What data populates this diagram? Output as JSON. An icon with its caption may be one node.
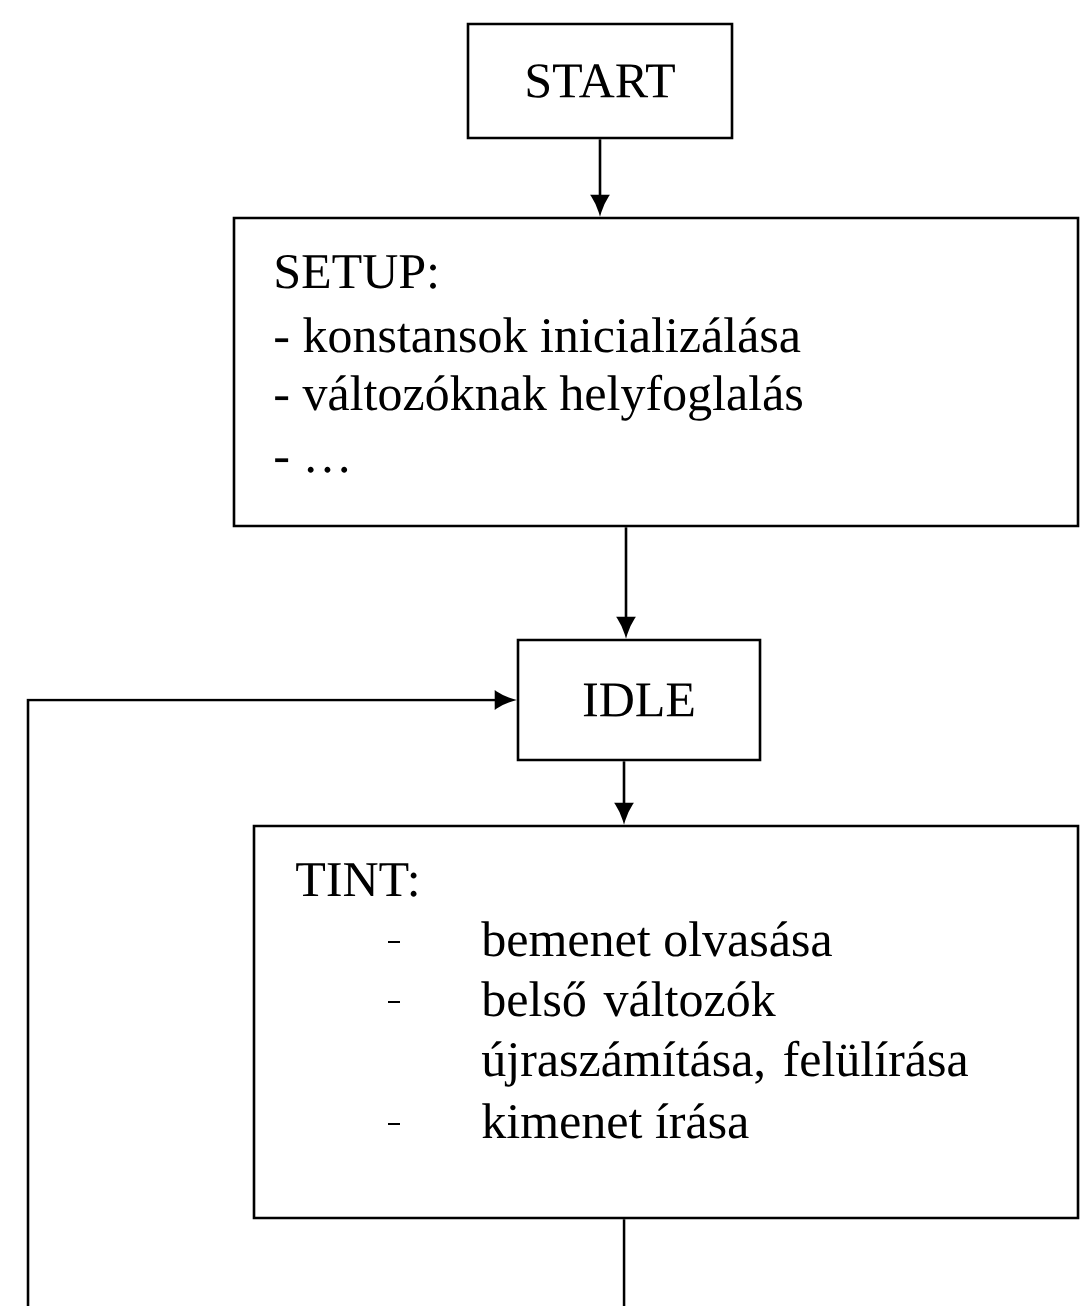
{
  "diagram": {
    "nodes": [
      {
        "text": [
          "START"
        ]
      },
      {
        "text": [
          "SETUP:",
          "- konstansok inicializálása",
          "- változóknak helyfoglalás",
          "- …"
        ]
      },
      {
        "text": [
          "IDLE"
        ]
      },
      {
        "text": [
          "TINT:",
          "bemenet olvasása",
          "belső változók újraszámítása, felülírása",
          "kimenet írása"
        ]
      }
    ],
    "edges": [
      {
        "from": 0,
        "to": 1,
        "arrow": "to"
      },
      {
        "from": 1,
        "to": 2,
        "arrow": "to"
      },
      {
        "from": 2,
        "to": 3,
        "arrow": "to"
      },
      {
        "from": null,
        "to": 2,
        "arrow": "to"
      },
      {
        "from": 3,
        "to": null,
        "arrow": "none"
      }
    ]
  }
}
